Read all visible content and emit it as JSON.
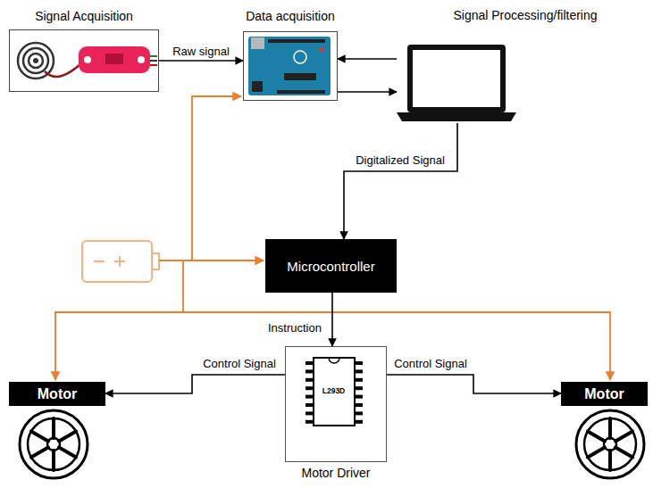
{
  "diagram": {
    "nodes": [
      {
        "text": [
          "Signal Acquisition"
        ]
      },
      {
        "text": [
          "Data acquisition"
        ]
      },
      {
        "text": [
          "Signal Processing/filtering"
        ]
      },
      {
        "text": [
          "Microcontroller"
        ]
      },
      {
        "text": [
          "Motor Driver"
        ]
      },
      {
        "text": [
          "L293D"
        ],
        "in": 4
      },
      {
        "text": [
          "Motor"
        ]
      },
      {
        "text": [
          "Motor"
        ]
      }
    ],
    "edges": [
      {
        "from": 0,
        "to": 1,
        "label": "Raw signal",
        "arrow": "to"
      },
      {
        "from": 2,
        "to": 1,
        "arrow": "to"
      },
      {
        "from": 1,
        "to": 2,
        "arrow": "to"
      },
      {
        "from": 2,
        "to": 3,
        "label": "Digitalized Signal",
        "arrow": "to"
      },
      {
        "from": 3,
        "to": 4,
        "label": "Instruction",
        "arrow": "to"
      },
      {
        "from": 4,
        "to": 6,
        "label": "Control Signal",
        "arrow": "to"
      },
      {
        "from": 4,
        "to": 7,
        "label": "Control Signal",
        "arrow": "to"
      }
    ]
  }
}
